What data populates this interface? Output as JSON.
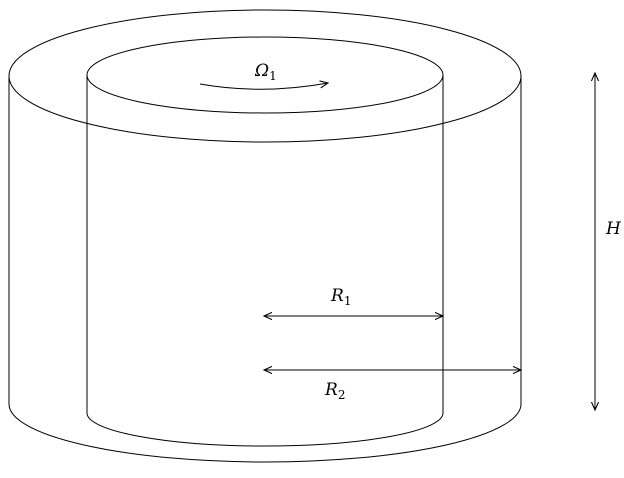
{
  "labels": {
    "omega": {
      "base": "Ω",
      "sub": "1"
    },
    "height": {
      "base": "H",
      "sub": ""
    },
    "r1": {
      "base": "R",
      "sub": "1"
    },
    "r2": {
      "base": "R",
      "sub": "2"
    }
  },
  "colors": {
    "stroke": "#000000",
    "background": "#ffffff"
  }
}
